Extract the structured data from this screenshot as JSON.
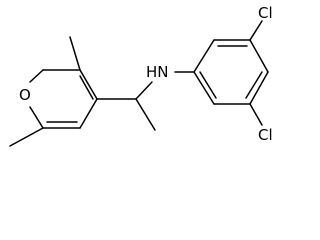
{
  "molecule": {
    "atoms": {
      "oxygen": "O",
      "amine": "HN",
      "chlorine_top": "Cl",
      "chlorine_bottom": "Cl"
    },
    "colors": {
      "stroke": "#000000",
      "background": "#ffffff"
    }
  }
}
